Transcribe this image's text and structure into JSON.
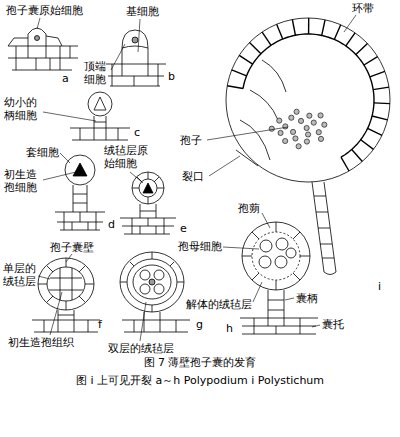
{
  "diagram": {
    "caption": "图 7 薄壁孢子囊的发育",
    "labels": [
      "孢子囊原始细胞",
      "基细胞",
      "环带",
      "顶端细胞",
      "a",
      "b",
      "幼小的柄细胞",
      "孢子",
      "c",
      "裂口",
      "套细胞",
      "绒毡层原始细胞",
      "初生造孢细胞",
      "孢蒴",
      "d",
      "e",
      "孢子囊壁",
      "孢母细胞",
      "单层的绒毡层",
      "解体的绒毡层",
      "囊柄",
      "囊托",
      "i",
      "初生造孢组织",
      "双层的绒毡层",
      "f",
      "g",
      "h",
      "图 i 上可见开裂 a～h Polypodium i Polystichum"
    ]
  }
}
